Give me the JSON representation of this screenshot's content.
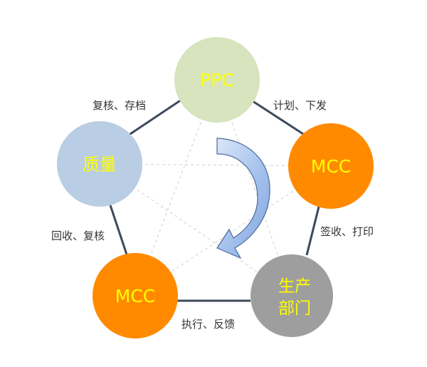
{
  "diagram": {
    "nodes": {
      "ppc": {
        "label": "PPC",
        "fill": "#d7e4bd"
      },
      "mcc_right": {
        "label": "MCC",
        "fill": "#ff8a00"
      },
      "production": {
        "label_line1": "生产",
        "label_line2": "部门",
        "fill": "#9e9e9e"
      },
      "mcc_left": {
        "label": "MCC",
        "fill": "#ff8a00"
      },
      "quality": {
        "label": "质量",
        "fill": "#b9cde4"
      }
    },
    "edges": {
      "ppc_to_mcc": "计划、下发",
      "mcc_to_production": "签收、打印",
      "production_to_mcc": "执行、反馈",
      "mcc_to_quality": "回收、复核",
      "quality_to_ppc": "复核、存档"
    },
    "colors": {
      "edge_line": "#3e4a5a",
      "inner_dashed": "#cfcfcf",
      "label_text": "#ffff00",
      "arrow_fill": "#a8c4ee",
      "arrow_stroke": "#4a6a9a"
    }
  }
}
